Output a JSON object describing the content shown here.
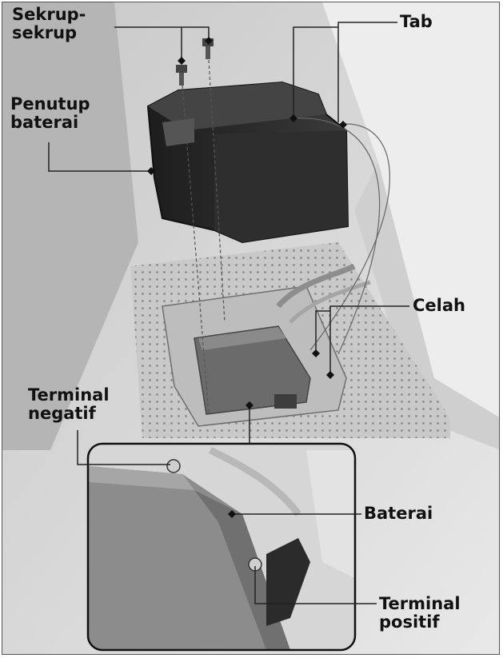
{
  "labels": {
    "screws": [
      "Sekrup-",
      "sekrup"
    ],
    "tab": "Tab",
    "battery_cover": [
      "Penutup",
      "baterai"
    ],
    "slot": "Celah",
    "negative_terminal": [
      "Terminal",
      "negatif"
    ],
    "battery": "Baterai",
    "positive_terminal": [
      "Terminal",
      "positif"
    ]
  },
  "colors": {
    "cover": "#2b2b2b",
    "background": "#d9d9d9",
    "leader": "#222222"
  }
}
